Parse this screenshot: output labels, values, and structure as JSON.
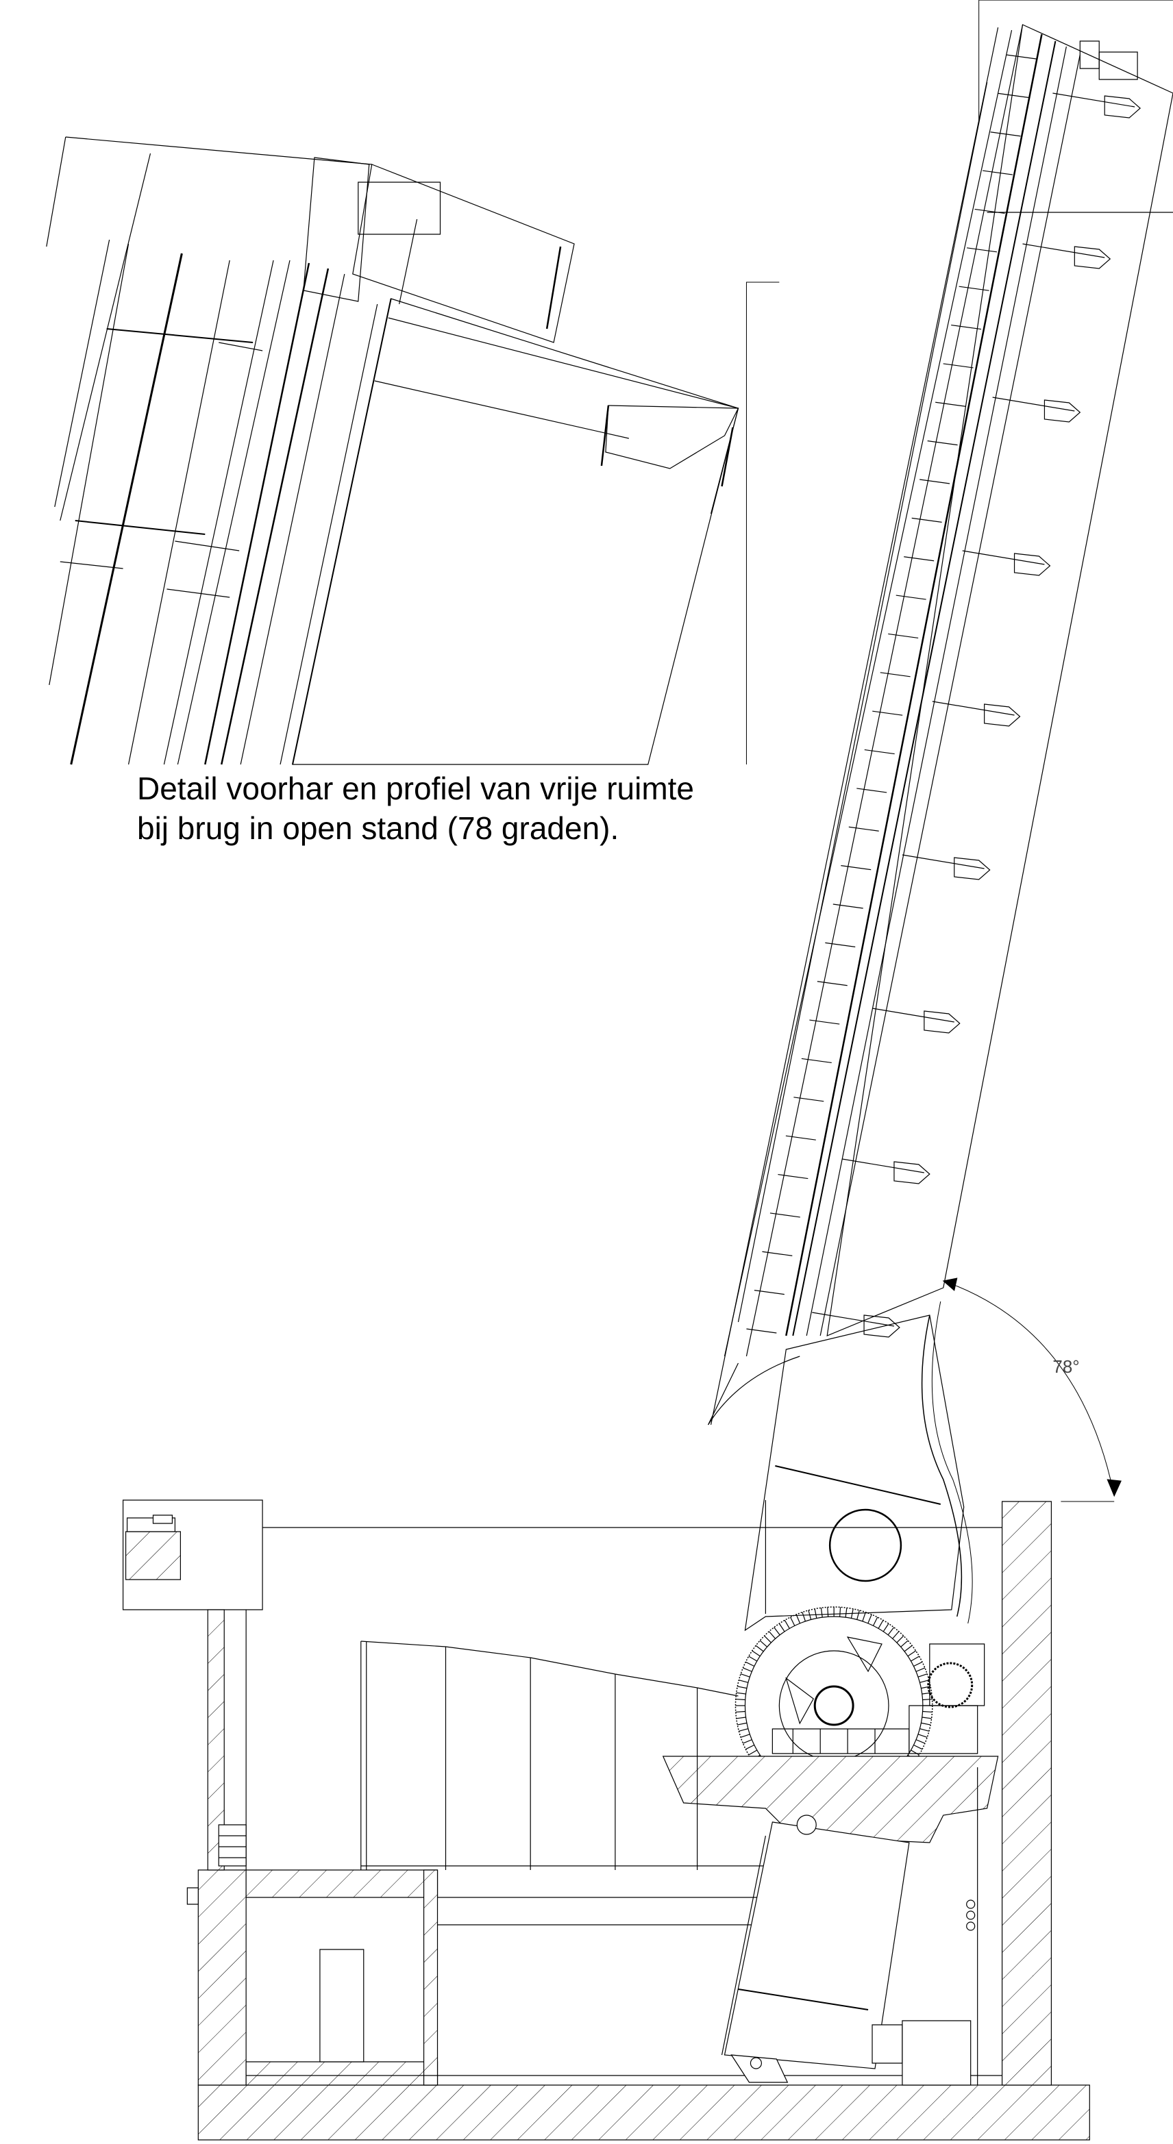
{
  "detail": {
    "caption": "Detail voorhar en profiel van vrije ruimte\nbij brug in open stand (78 graden)."
  },
  "angle": {
    "label": "78°",
    "degrees": 78
  },
  "colors": {
    "line": "#000000",
    "hatch": "#000000",
    "background": "#ffffff"
  }
}
